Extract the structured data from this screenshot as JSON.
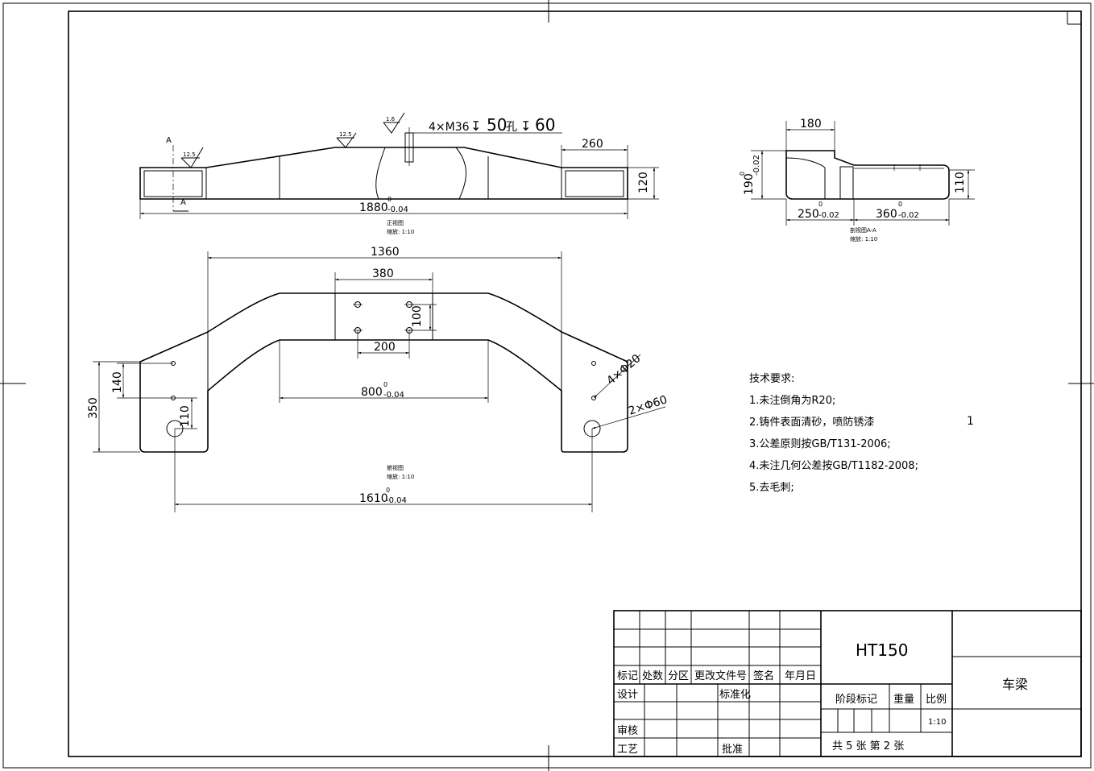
{
  "front_view": {
    "sym_dim": "4×M36",
    "depth1": "50",
    "hole_word": "孔",
    "depth2": "60",
    "rough_1": "1.6",
    "rough_2": "12.5",
    "rough_3": "12.5",
    "section_mark": "A",
    "dim_260": "260",
    "dim_120": "120",
    "dim_1880": "1880",
    "tol_upper": "0",
    "tol_lower": "-0.04",
    "caption": "正视图",
    "scale_label": "缩放: 1:10"
  },
  "section_view": {
    "dim_180": "180",
    "dim_190": "190",
    "tol_190_lower": "-0.02",
    "tol_190_upper": "0",
    "dim_110": "110",
    "dim_250": "250",
    "tol_250_upper": "0",
    "tol_250_lower": "-0.02",
    "dim_360": "360",
    "tol_360_upper": "0",
    "tol_360_lower": "-0.02",
    "caption": "剖视图A-A",
    "scale_label": "缩放: 1:10"
  },
  "top_view": {
    "dim_1360": "1360",
    "dim_380": "380",
    "dim_100": "100",
    "dim_200": "200",
    "dim_800": "800",
    "tol_800_upper": "0",
    "tol_800_lower": "-0.04",
    "dim_140": "140",
    "dim_350": "350",
    "dim_110": "110",
    "holes_small": "4×Φ20",
    "holes_large": "2×Φ60",
    "dim_1610": "1610",
    "tol_1610_upper": "0",
    "tol_1610_lower": "-0.04",
    "caption": "俯视图",
    "scale_label": "缩放: 1:10"
  },
  "tech_req": {
    "title": "技术要求:",
    "items": [
      "1.未注倒角为R20;",
      "2.铸件表面清砂，喷防锈漆",
      "3.公差原则按GB/T131-2006;",
      "4.未注几何公差按GB/T1182-2008;",
      "5.去毛刺;"
    ],
    "stray": "1"
  },
  "title_block": {
    "material": "HT150",
    "part_name": "车梁",
    "headers": [
      "标记",
      "处数",
      "分区",
      "更改文件号",
      "签名",
      "年月日"
    ],
    "design": "设计",
    "standard": "标准化",
    "review": "审核",
    "process": "工艺",
    "approve": "批准",
    "stage": "阶段标记",
    "weight": "重量",
    "scale": "比例",
    "scale_value": "1:10",
    "sheets": "共 5 张 第 2 张"
  }
}
